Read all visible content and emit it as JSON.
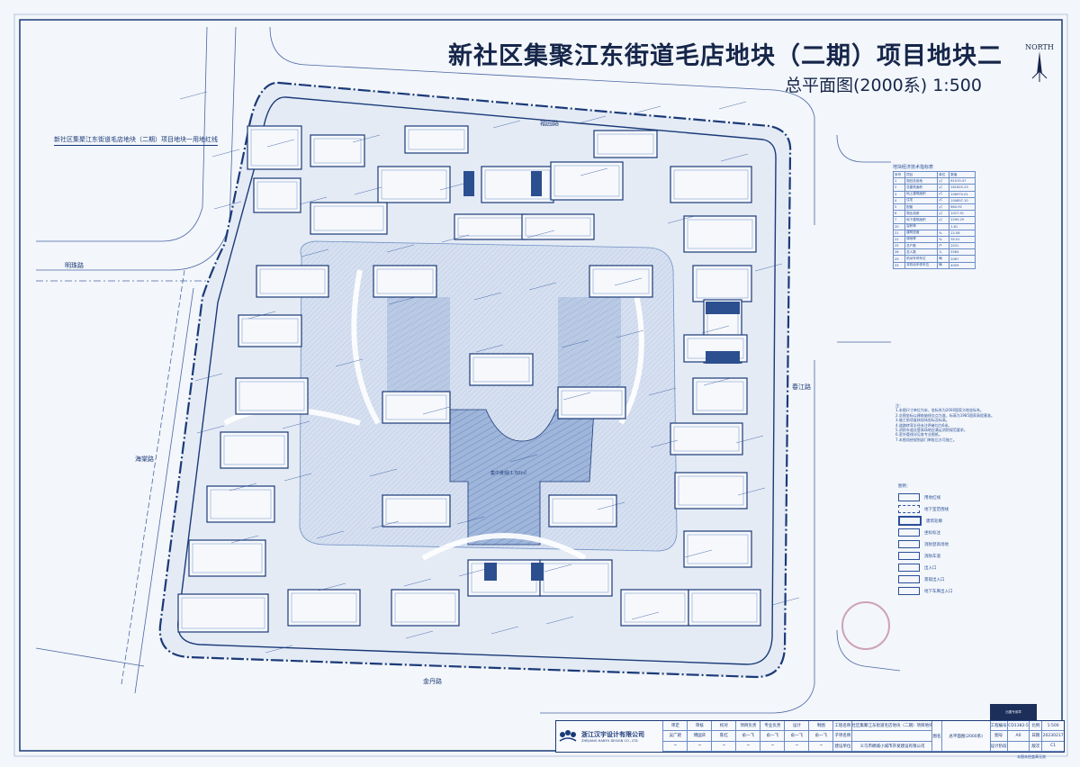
{
  "header": {
    "title": "新社区集聚江东街道毛店地块（二期）项目地块二",
    "subtitle": "总平面图(2000系)  1:500",
    "north_label": "NORTH"
  },
  "map": {
    "redline_label": "新社区集聚江东街道毛店地块（二期）项目地块一用地红线",
    "roads": [
      "明珠路",
      "春江路",
      "金丹路",
      "海棠路",
      "福园路"
    ],
    "plaza_label": "集中景观(1:50)㎡",
    "colors": {
      "line": "#1b3a78",
      "fill": "#c9d6ea",
      "hatch": "#6f8fc4",
      "bg": "#f3f6fa"
    }
  },
  "index_table": {
    "title": "地块经济技术指标表",
    "headers": [
      "序号",
      "项目",
      "单位",
      "数值"
    ],
    "rows": [
      [
        "1",
        "规划总用地",
        "㎡",
        "61019.47"
      ],
      [
        "2",
        "总建筑面积",
        "㎡",
        "161620.23"
      ],
      [
        "3",
        "地上建筑面积",
        "㎡",
        "106970.01"
      ],
      [
        "4",
        "住宅",
        "㎡",
        "104897.10"
      ],
      [
        "5",
        "配套",
        "㎡",
        "664.92"
      ],
      [
        "6",
        "物业用房",
        "㎡",
        "1027.91"
      ],
      [
        "7",
        "地下建筑面积",
        "㎡",
        "2290.29"
      ],
      [
        "20",
        "容积率",
        "",
        "1.61"
      ],
      [
        "21",
        "建筑密度",
        "%",
        "22.08"
      ],
      [
        "22",
        "绿地率",
        "%",
        "35.01"
      ],
      [
        "25",
        "总户数",
        "户",
        "2031"
      ],
      [
        "26",
        "总人数",
        "人",
        "5584"
      ],
      [
        "29",
        "机动车停车位",
        "辆",
        "2087"
      ],
      [
        "33",
        "非机动车停车位",
        "辆",
        "4059"
      ]
    ]
  },
  "notes": {
    "heading": "注：",
    "lines": [
      "1.本图尺寸单位为米，坐标系为2000国家大地坐标系。",
      "2.总图坐标以建筑轴线交点为准，标高为1985国家高程基准。",
      "3.施工前须复核现场坐标及标高。",
      "4.道路转弯半径未注明者均为6米。",
      "5.消防车道及登高场地应满足消防规范要求。",
      "6.室外管线详见各专业图纸。",
      "7.本图须经规划部门审批后方可施工。"
    ]
  },
  "legend": {
    "heading": "图例：",
    "items": [
      "用地红线",
      "地下室范围线",
      "建筑轮廓",
      "坐标标注",
      "消防登高场地",
      "消防车道",
      "出入口",
      "景观出入口",
      "地下车库出入口"
    ]
  },
  "title_block": {
    "company_cn": "浙江汉宇设计有限公司",
    "company_en": "ZHEJIANG HANYU DESIGN CO., LTD",
    "roles": [
      "审定",
      "审核",
      "校对",
      "项目负责",
      "专业负责",
      "设计",
      "制图"
    ],
    "names": [
      "吴广艳",
      "傅国庆",
      "陈红",
      "俞一飞",
      "俞一飞",
      "俞一飞",
      "俞一飞"
    ],
    "project_label": "工程名称",
    "project_value": "新社区集聚江东街道毛店地块（二期）项目地块二",
    "sub_label": "子项名称",
    "client_label": "建设单位",
    "client_value": "义乌市稠城小城市开发建设有限公司",
    "drawing_label": "图名",
    "drawing_name": "总平面图(2000系)",
    "project_no_label": "工程编号",
    "project_no": "CD1382-5",
    "size_label": "图号",
    "size": "A0",
    "stage_label": "设计阶段",
    "scale_label": "比例",
    "scale": "1:500",
    "date_label": "日期",
    "date": "20230217",
    "version_label": "版次",
    "version": "C1"
  },
  "stamp_text": "出图专用章",
  "footer_text": "本图未经盖章无效"
}
